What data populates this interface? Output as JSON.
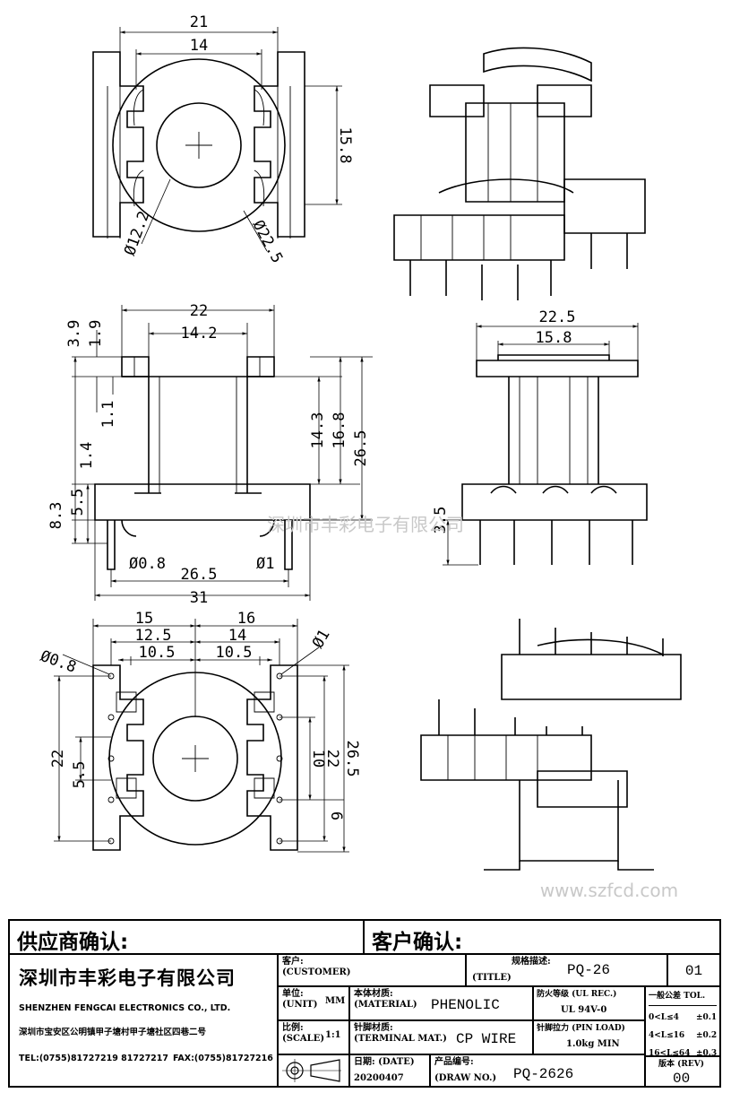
{
  "dims": {
    "d21": "21",
    "d14a": "14",
    "d158a": "15.8",
    "d122": "Ø12.2",
    "d225": "Ø22.5",
    "d22a": "22",
    "d142": "14.2",
    "d39": "3.9",
    "d19": "1.9",
    "d11": "1.1",
    "d143": "14.3",
    "d168": "16.8",
    "d265a": "26.5",
    "d14b": "1.4",
    "d83": "8.3",
    "d55a": "5.5",
    "d08a": "Ø0.8",
    "d1a": "Ø1",
    "d265b": "26.5",
    "d31": "31",
    "d225b": "22.5",
    "d158b": "15.8",
    "d35": "3.5",
    "d15": "15",
    "d16": "16",
    "d125": "12.5",
    "d14c": "14",
    "d105a": "10.5",
    "d105b": "10.5",
    "d08b": "Ø0.8",
    "d1b": "Ø1",
    "d22b": "22",
    "d55b": "5.5",
    "d10": "10",
    "d22c": "22",
    "d265c": "26.5",
    "d6": "6"
  },
  "watermark_center": "深圳市丰彩电子有限公司",
  "watermark_right": "www.szfcd.com",
  "title_block": {
    "supplier_confirm": "供应商确认:",
    "customer_confirm": "客户确认:",
    "company_cn": "深圳市丰彩电子有限公司",
    "company_en": "SHENZHEN FENGCAI ELECTRONICS CO., LTD.",
    "address": "深圳市宝安区公明镇甲子塘村甲子塘社区四巷二号",
    "tel": "TEL:(0755)81727219  81727217",
    "fax": "FAX:(0755)81727216",
    "customer_label": "客户:",
    "customer_en": "(CUSTOMER)",
    "unit_label": "单位:",
    "unit_en": "(UNIT)",
    "unit_value": "MM",
    "scale_label": "比例:",
    "scale_en": "(SCALE)",
    "scale_value": "1:1",
    "title_label": "规格描述:",
    "title_en": "(TITLE)",
    "title_value": "PQ-26",
    "sheet_no": "01",
    "material_label": "本体材质:",
    "material_en": "(MATERIAL)",
    "material_value": "PHENOLIC",
    "terminal_label": "针脚材质:",
    "terminal_en": "(TERMINAL MAT.)",
    "terminal_value": "CP WIRE",
    "fire_label": "防火等级 (UL REC.)",
    "fire_value": "UL 94V-0",
    "pin_label": "针脚拉力 (PIN LOAD)",
    "pin_value": "1.0kg MIN",
    "tol_label": "一般公差 TOL.",
    "tol_rows": [
      [
        "0<L≤4",
        "±0.1"
      ],
      [
        "4<L≤16",
        "±0.2"
      ],
      [
        "16<L≤64",
        "±0.3"
      ]
    ],
    "date_label": "日期: (DATE)",
    "date_value": "20200407",
    "drawno_label": "产品编号:",
    "drawno_en": "(DRAW NO.)",
    "drawno_value": "PQ-2626",
    "rev_label": "版本 (REV)",
    "rev_value": "00"
  }
}
